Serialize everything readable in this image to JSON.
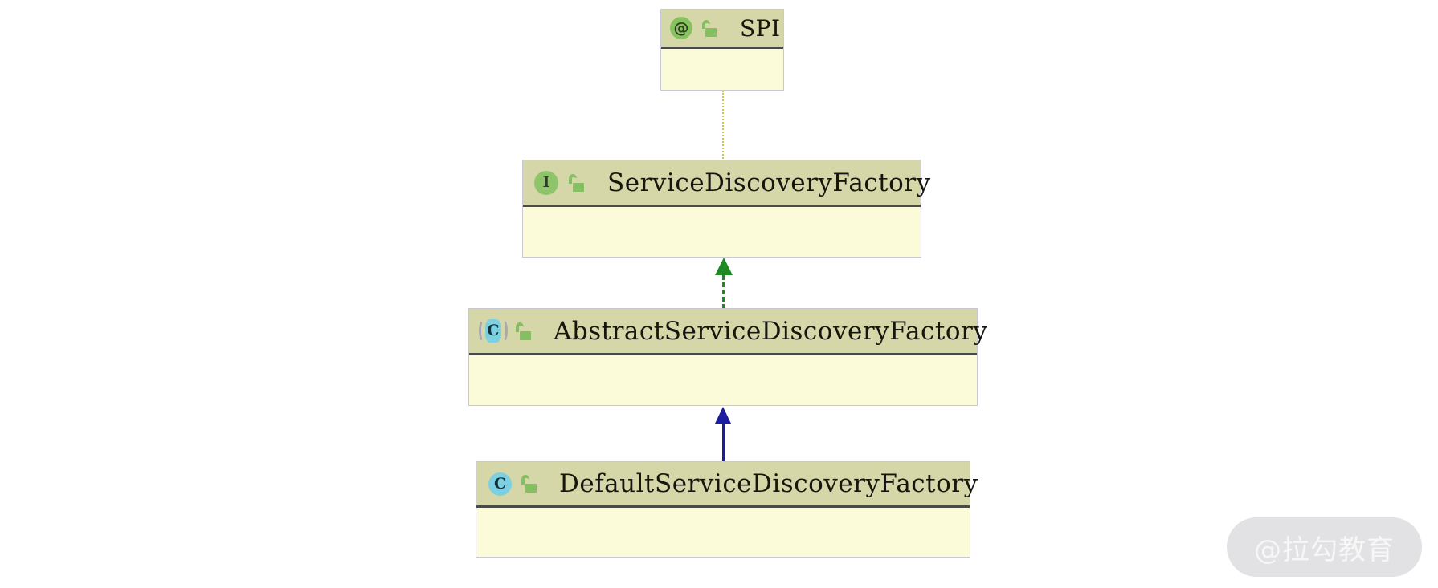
{
  "diagram": {
    "type": "uml-class-diagram",
    "background_color": "#ffffff",
    "header_color": "#d6d7a8",
    "body_color": "#fbfbd9",
    "border_color": "#c8c8d2",
    "divider_color": "#4b4b45"
  },
  "nodes": [
    {
      "id": "spi",
      "title": "SPI",
      "stereotype": "annotation",
      "icon": "annotation-at-icon",
      "icon_glyph": "@",
      "icon_color": "#87c25f",
      "visibility_icon": "open-padlock-icon",
      "visibility": "public",
      "members": []
    },
    {
      "id": "service-discovery-factory",
      "title": "ServiceDiscoveryFactory",
      "stereotype": "interface",
      "icon": "interface-icon",
      "icon_glyph": "I",
      "icon_color": "#8ec46a",
      "visibility_icon": "open-padlock-icon",
      "visibility": "public",
      "members": []
    },
    {
      "id": "abstract-service-discovery-factory",
      "title": "AbstractServiceDiscoveryFactory",
      "stereotype": "abstract-class",
      "icon": "abstract-class-icon",
      "icon_glyph": "C",
      "icon_color": "#7cd0e2",
      "visibility_icon": "open-padlock-icon",
      "visibility": "public",
      "members": []
    },
    {
      "id": "default-service-discovery-factory",
      "title": "DefaultServiceDiscoveryFactory",
      "stereotype": "class",
      "icon": "class-icon",
      "icon_glyph": "C",
      "icon_color": "#7cd0e2",
      "visibility_icon": "open-padlock-icon",
      "visibility": "public",
      "members": []
    }
  ],
  "connectors": [
    {
      "id": "spi-to-interface",
      "from": "service-discovery-factory",
      "to": "spi",
      "style": "dotted",
      "color": "#cdc64f",
      "arrowhead": "none",
      "relation": "annotated-by"
    },
    {
      "id": "abstract-implements-interface",
      "from": "abstract-service-discovery-factory",
      "to": "service-discovery-factory",
      "style": "dashed",
      "color": "#1f8a22",
      "arrowhead": "solid-triangle",
      "relation": "realization"
    },
    {
      "id": "default-extends-abstract",
      "from": "default-service-discovery-factory",
      "to": "abstract-service-discovery-factory",
      "style": "solid",
      "color": "#1c1ca0",
      "arrowhead": "solid-triangle",
      "relation": "generalization"
    }
  ],
  "watermark": {
    "text": "@拉勾教育",
    "background_color": "#e2e2e4",
    "text_color": "#f7f7f8"
  }
}
